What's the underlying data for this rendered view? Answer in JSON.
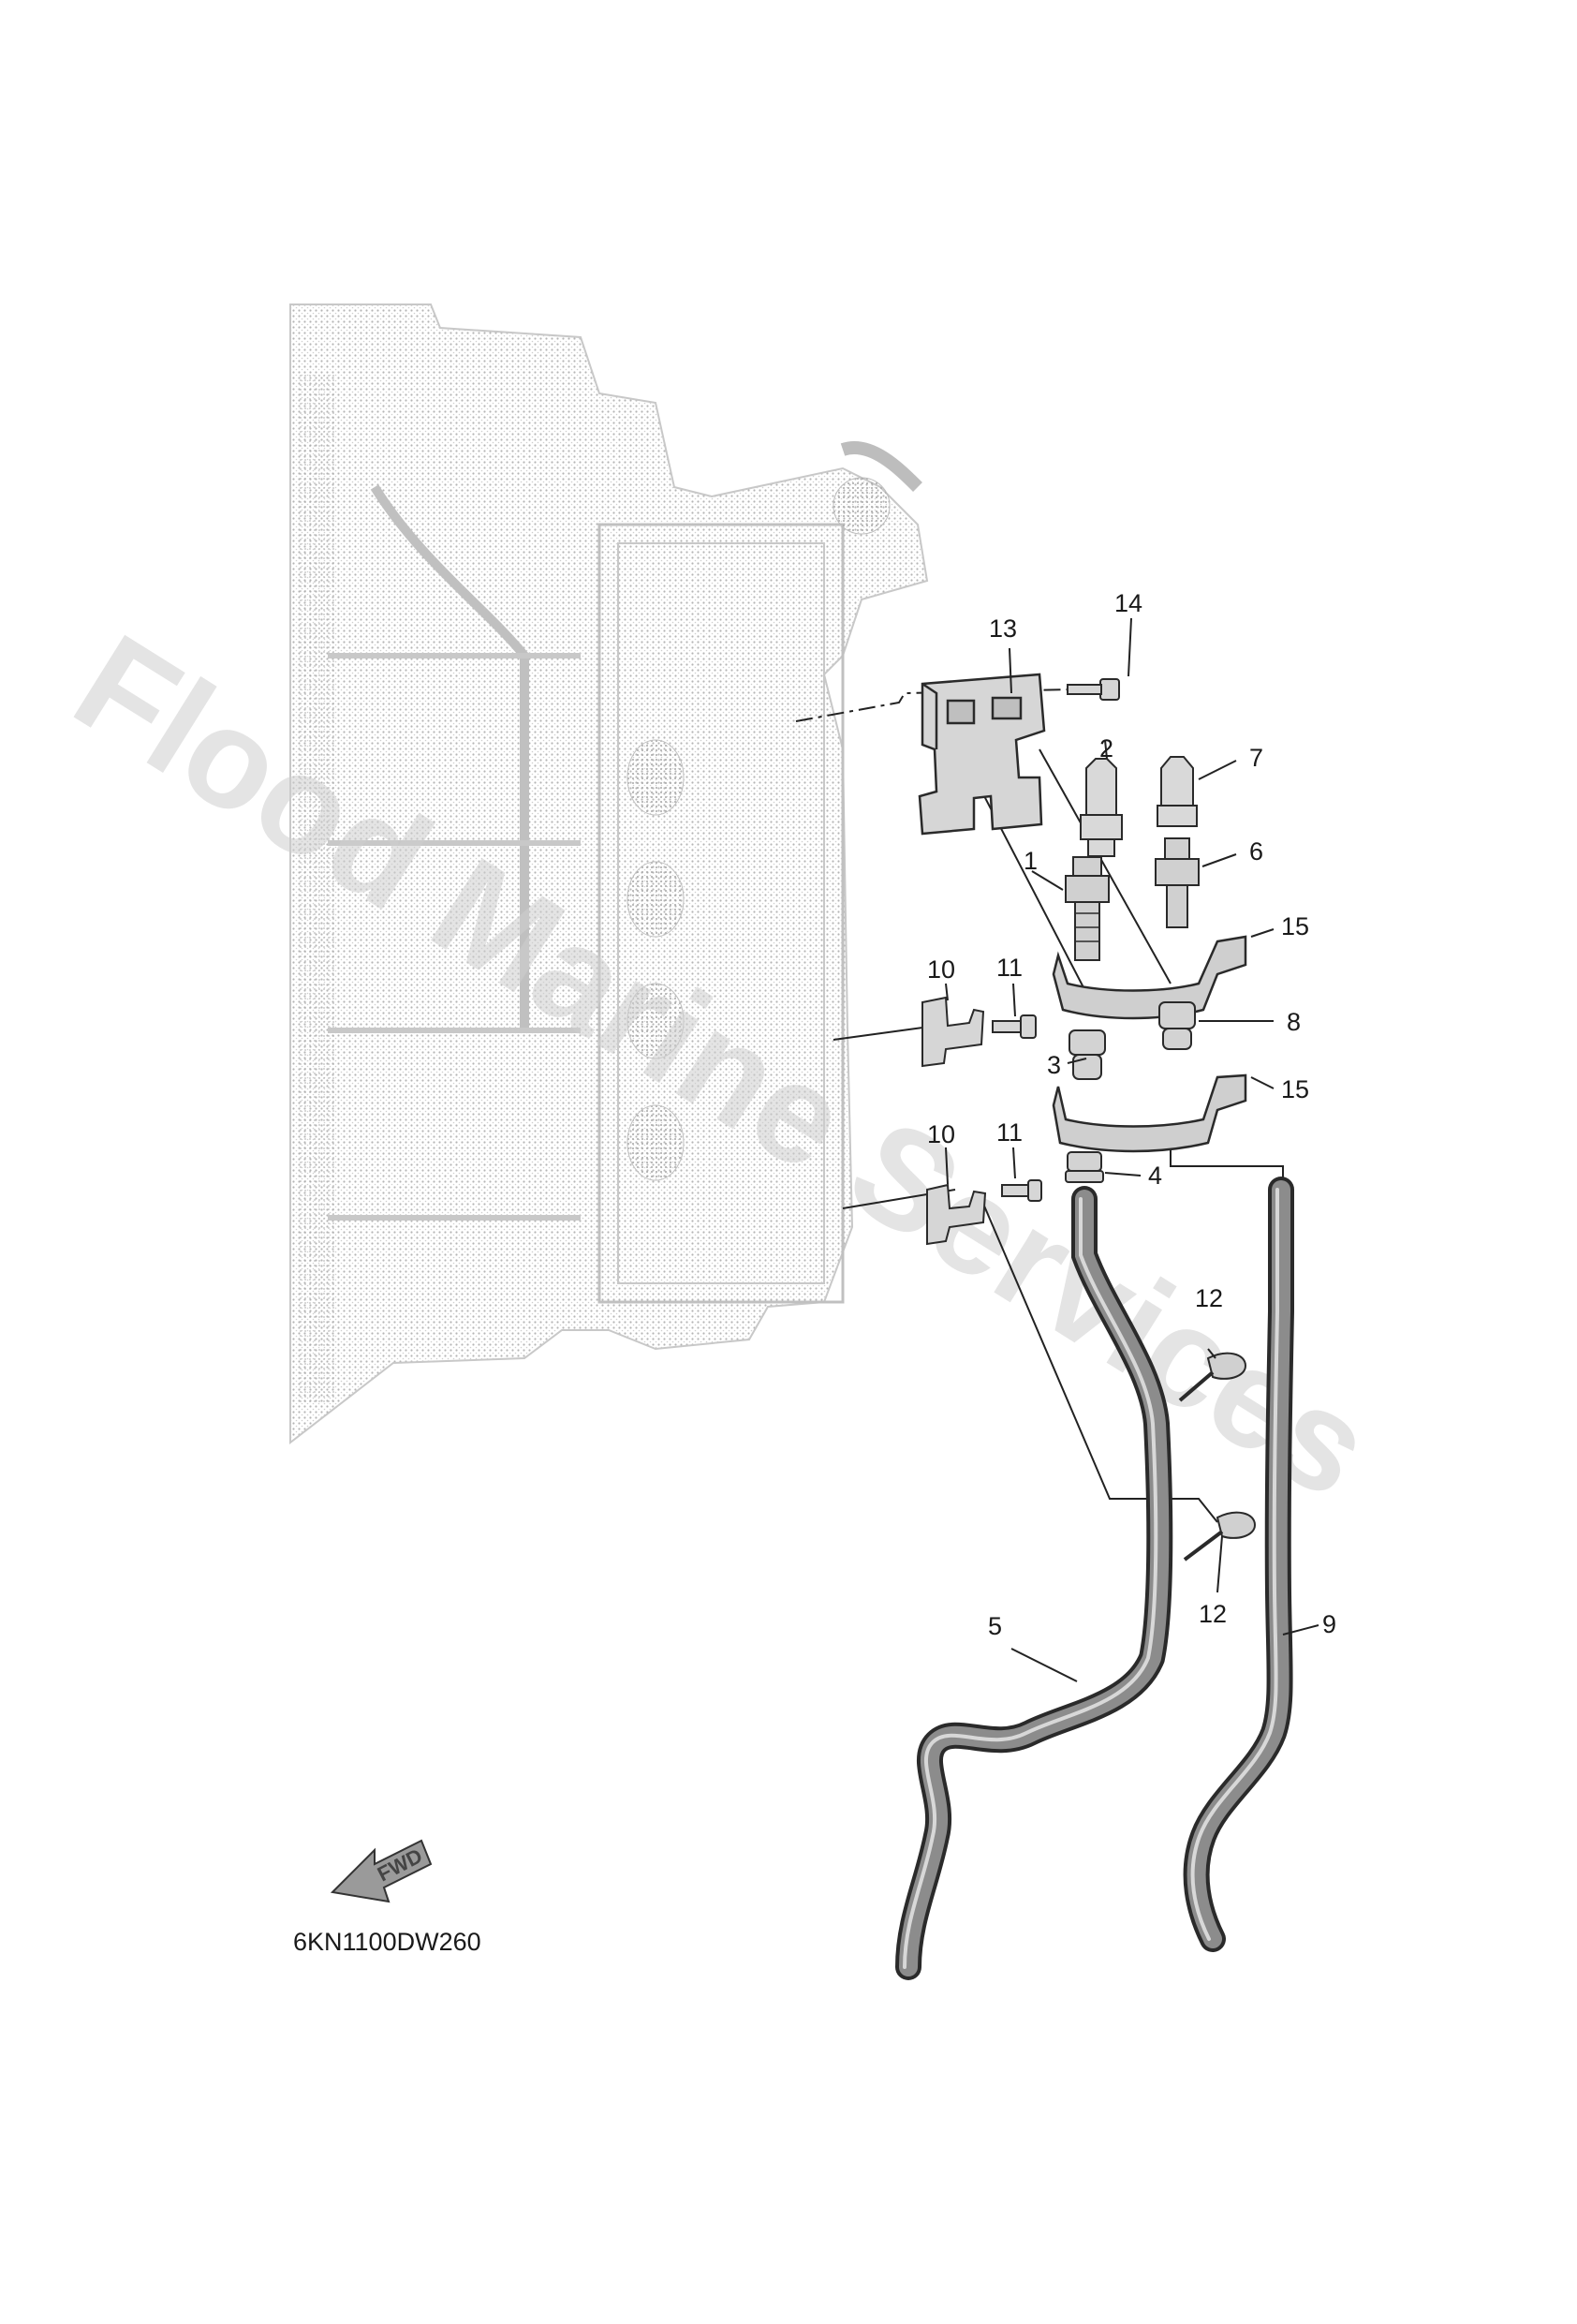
{
  "diagram": {
    "code": "6KN1100DW260",
    "watermark": "Flood Marine Services",
    "fwd_label": "FWD",
    "callouts": [
      "1",
      "2",
      "3",
      "4",
      "5",
      "6",
      "7",
      "8",
      "9",
      "10",
      "10",
      "11",
      "11",
      "12",
      "12",
      "13",
      "14",
      "15",
      "15"
    ]
  },
  "colors": {
    "engine_dots": "#bdbdbd",
    "part_stroke": "#2a2a2a",
    "part_fill": "#cfcfcf",
    "hose_fill": "#8c8c8c",
    "watermark": "#cfcfcf"
  }
}
